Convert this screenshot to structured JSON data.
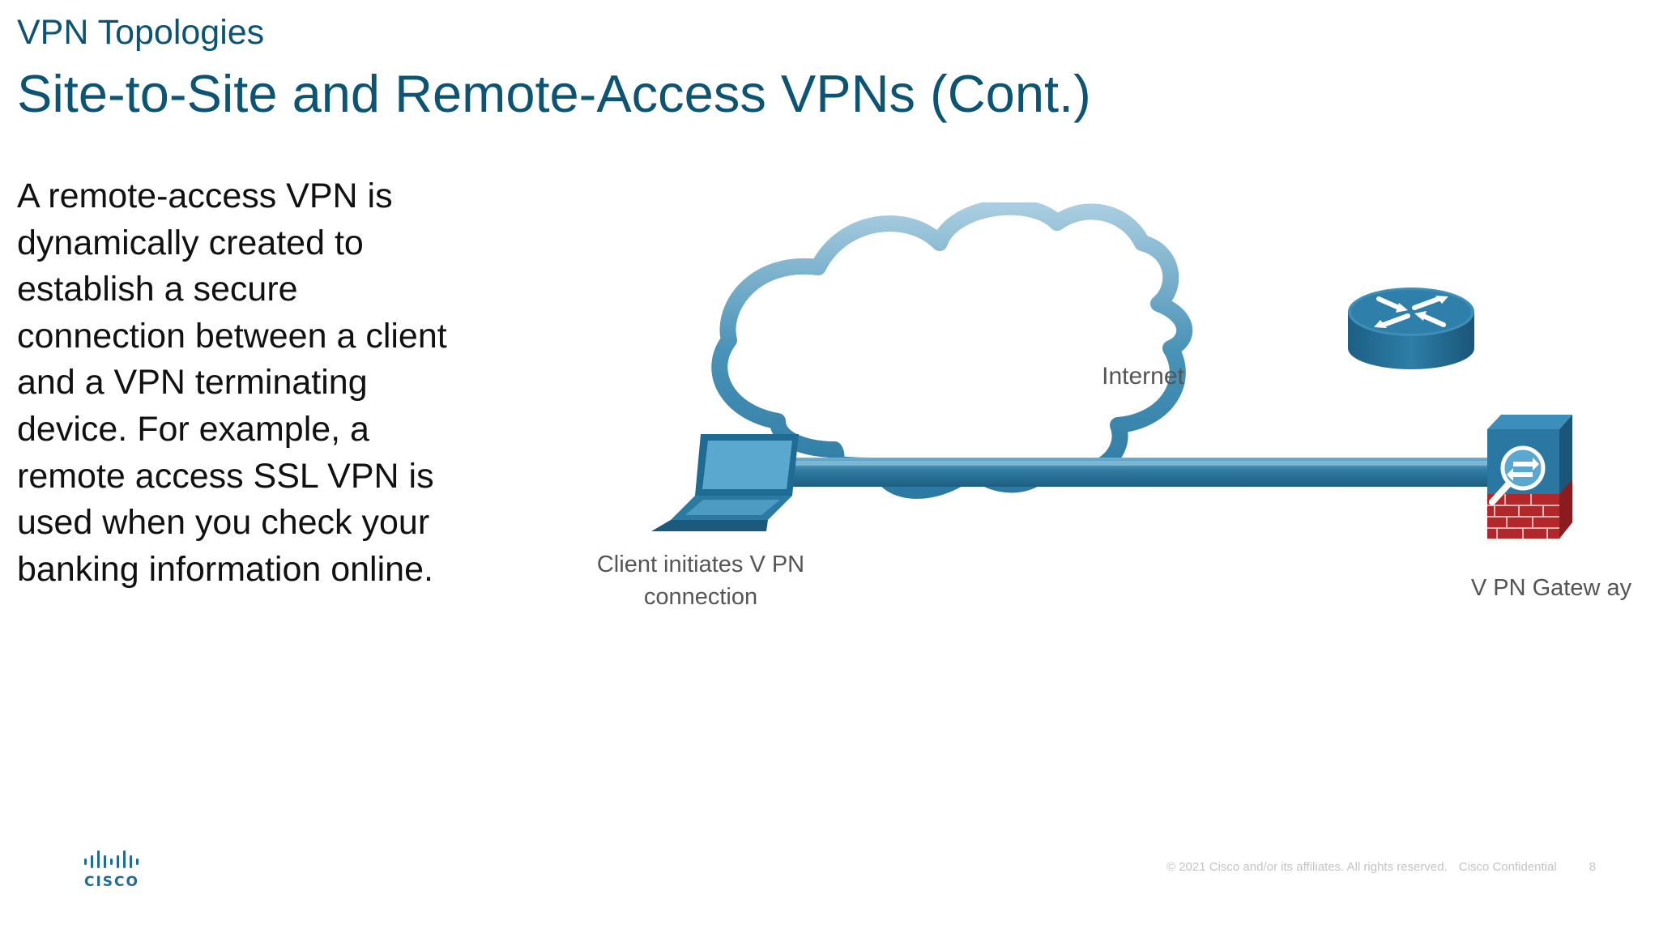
{
  "header": {
    "section": "VPN Topologies",
    "title": "Site-to-Site and Remote-Access VPNs (Cont.)"
  },
  "body": {
    "lines": [
      "A remote-access VPN is",
      "dynamically created to",
      "establish a secure",
      "connection between a client",
      "and a VPN terminating",
      "device. For example, a",
      "remote access SSL VPN is",
      "used when you check your",
      "banking information online."
    ]
  },
  "diagram": {
    "cloud_label": "Internet",
    "client_label_line1": "Client initiates V PN",
    "client_label_line2": "connection",
    "gateway_label": "V PN Gatew ay",
    "icons": [
      "laptop-icon",
      "cloud-icon",
      "router-icon",
      "vpn-gateway-firewall-icon"
    ]
  },
  "footer": {
    "copyright": "© 2021  Cisco and/or its affiliates. All rights reserved.",
    "confidential": "Cisco Confidential",
    "page_number": "8",
    "logo_text": "CISCO"
  },
  "colors": {
    "title": "#0b5474",
    "cloud": "#3a86ac",
    "tunnel": "#2f7aa0",
    "firewall_brick": "#b3262a"
  }
}
